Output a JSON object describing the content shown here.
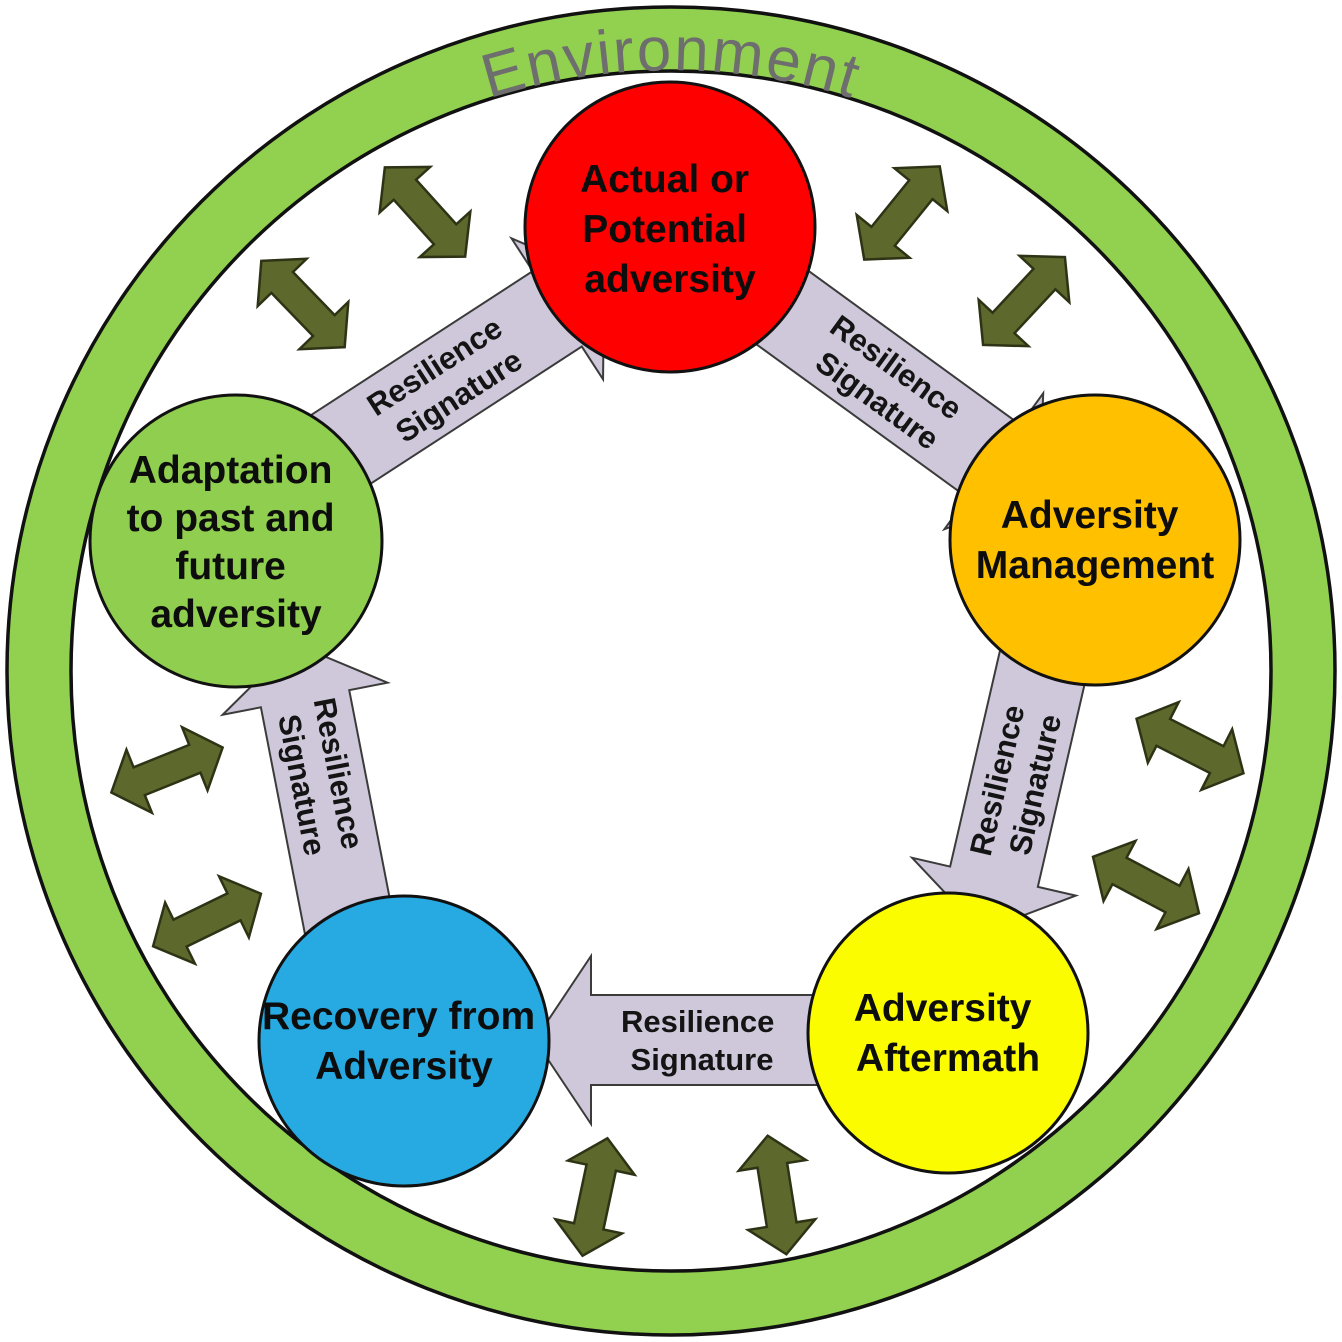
{
  "environment": {
    "label": "Environment"
  },
  "ring": {
    "fill": "#92D050",
    "label_color": "#6E6E6E"
  },
  "nodes": {
    "adversity": {
      "color": "#FE0000",
      "lines": [
        "Actual or",
        "Potential",
        "adversity"
      ]
    },
    "management": {
      "color": "#FFC000",
      "lines": [
        "Adversity",
        "Management"
      ]
    },
    "aftermath": {
      "color": "#FCFC00",
      "lines": [
        "Adversity",
        "Aftermath"
      ]
    },
    "recovery": {
      "color": "#27AAE1",
      "lines": [
        "Recovery from",
        "Adversity"
      ]
    },
    "adaptation": {
      "color": "#8FCE4E",
      "lines": [
        "Adaptation",
        "to past and",
        "future",
        "adversity"
      ]
    }
  },
  "connector": {
    "line1": "Resilience",
    "line2": "Signature",
    "fill": "#CFC8DA"
  },
  "exchange_arrow": {
    "fill": "#5D692C"
  }
}
